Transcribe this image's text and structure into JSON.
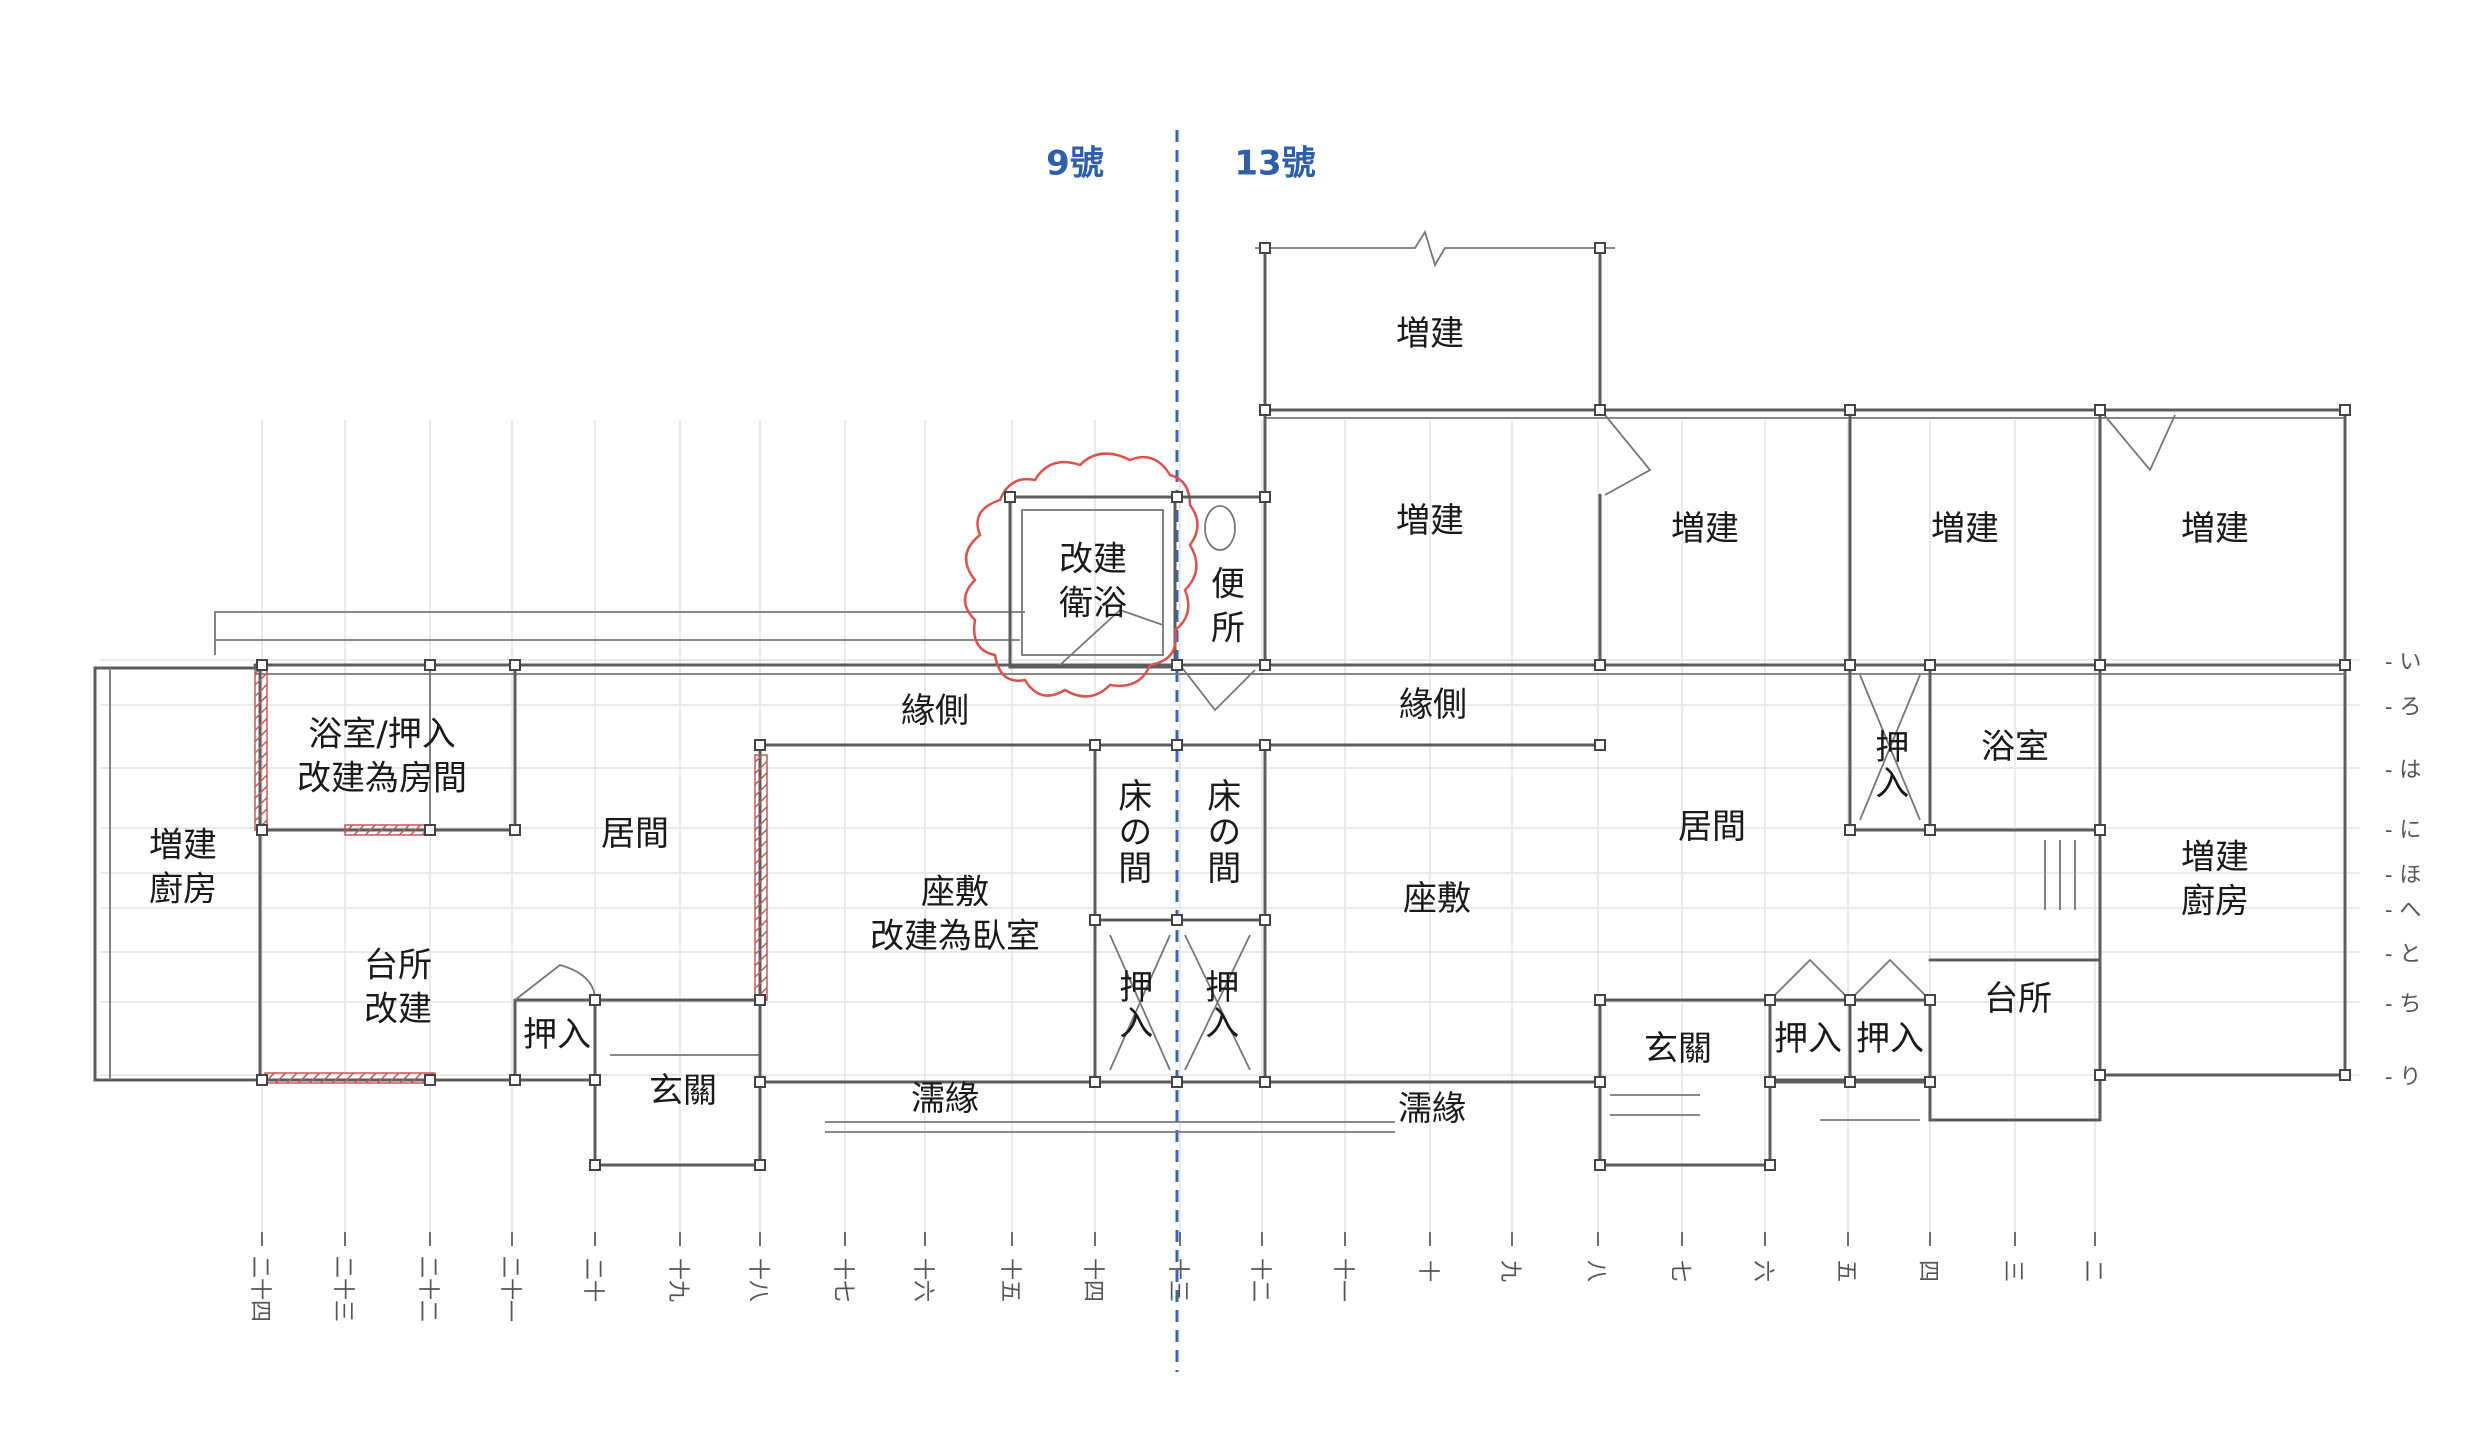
{
  "divider": {
    "left_label": "9號",
    "right_label": "13號"
  },
  "rooms": {
    "annex_top": "増建",
    "annex_row": [
      "増建",
      "増建",
      "増建",
      "増建"
    ],
    "reno_bath": [
      "改建",
      "衛浴"
    ],
    "toilet": [
      "便",
      "所"
    ],
    "engawa_left": "緣側",
    "engawa_right": "緣側",
    "bath_closet_left": [
      "浴室/押入",
      "改建為房間"
    ],
    "kitchen_ext_left": [
      "増建",
      "廚房"
    ],
    "living_left": "居間",
    "kitchen_left": [
      "台所",
      "改建"
    ],
    "closet_left": "押入",
    "entrance_left": "玄關",
    "zashiki_left": [
      "座敷",
      "改建為臥室"
    ],
    "tokonoma_left": "床の間",
    "tokonoma_right": "床の間",
    "closet_center_left": "押入",
    "closet_center_right": "押入",
    "nureen_left": "濡緣",
    "nureen_right": "濡緣",
    "zashiki_right": "座敷",
    "living_right": "居間",
    "closet_right_top": "押入",
    "bath_right": "浴室",
    "kitchen_ext_right": [
      "増建",
      "廚房"
    ],
    "entrance_right": "玄關",
    "closet_right_a": "押入",
    "closet_right_b": "押入",
    "kitchen_right": "台所"
  },
  "axis_bottom": [
    "二十四",
    "二十三",
    "二十二",
    "二十一",
    "二十",
    "十九",
    "十八",
    "十七",
    "十六",
    "十五",
    "十四",
    "十三",
    "十二",
    "十一",
    "十",
    "九",
    "八",
    "七",
    "六",
    "五",
    "四",
    "三",
    "二"
  ],
  "axis_right": [
    "い",
    "ろ",
    "は",
    "に",
    "ほ",
    "へ",
    "と",
    "ち",
    "り"
  ]
}
